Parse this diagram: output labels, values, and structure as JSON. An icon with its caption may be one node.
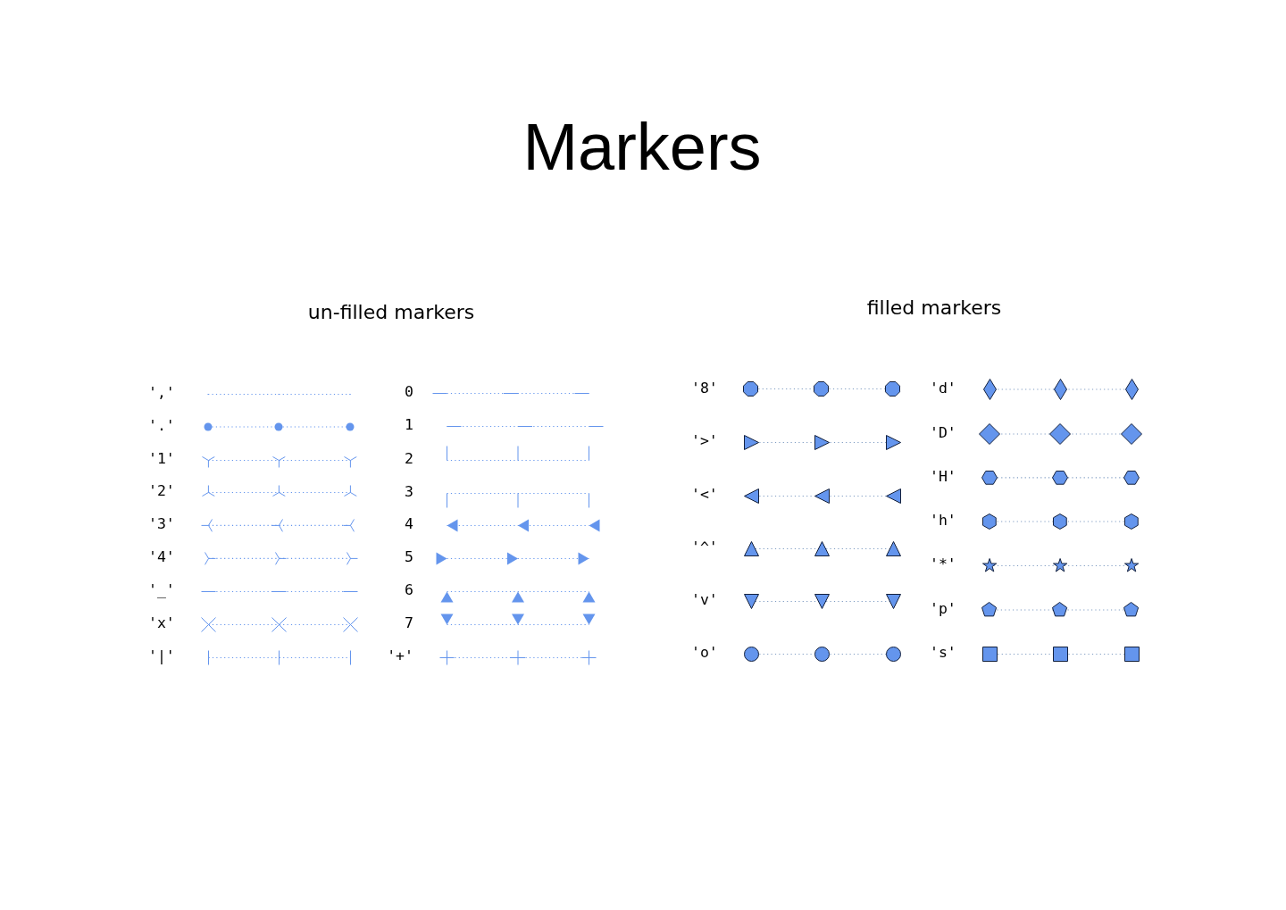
{
  "diagram": {
    "title": "Markers",
    "labels": [
      "un-filled markers",
      "','",
      "'.'",
      "'1'",
      "'2'",
      "'3'",
      "'4'",
      "'_'",
      "'x'",
      "'|'",
      "0",
      "1",
      "2",
      "3",
      "4",
      "5",
      "6",
      "7",
      "'+'",
      "filled markers",
      "'8'",
      "'>'",
      "'<'",
      "'^'",
      "'v'",
      "'o'",
      "'d'",
      "'D'",
      "'H'",
      "'h'",
      "'*'",
      "'p'",
      "'s'"
    ]
  }
}
